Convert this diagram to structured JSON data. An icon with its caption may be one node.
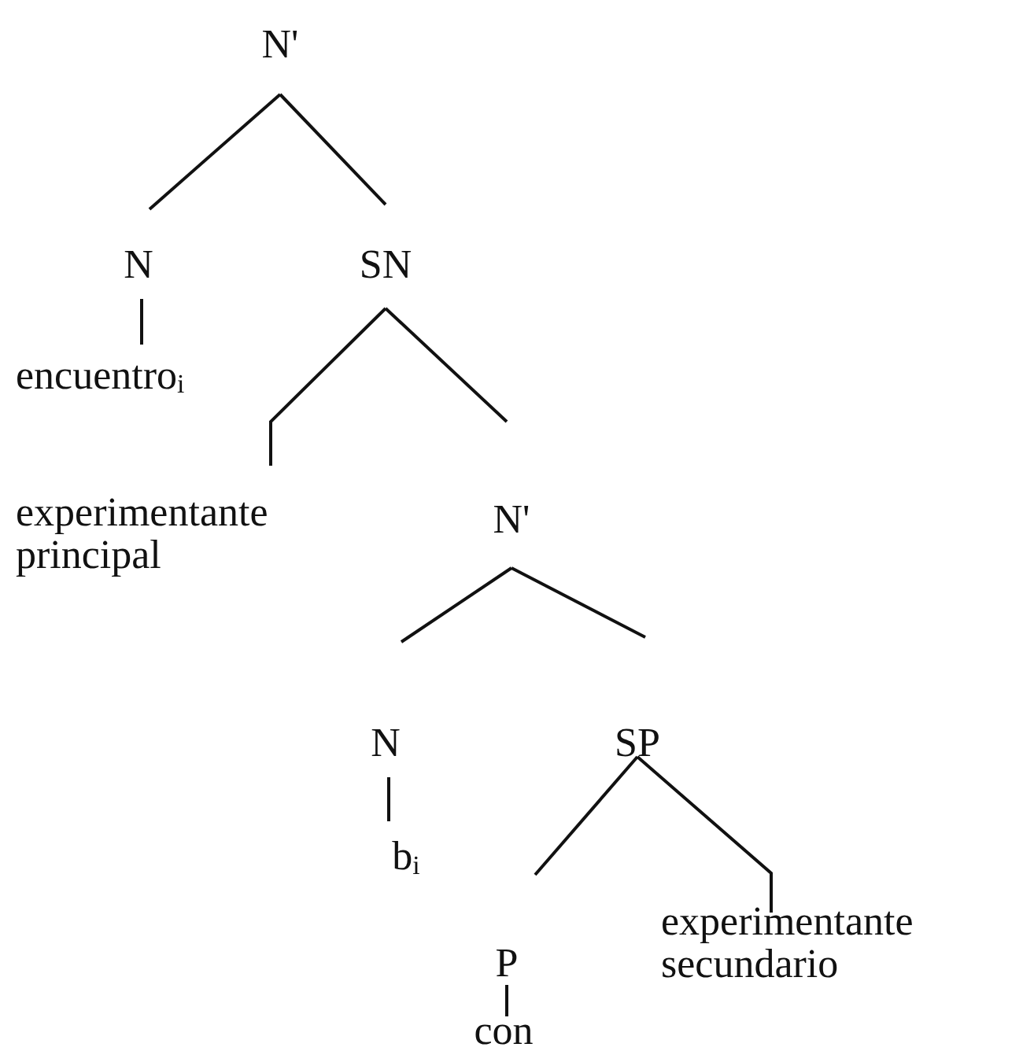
{
  "diagram": {
    "nodes": [
      {
        "text": [
          "N'"
        ]
      },
      {
        "text": [
          "N"
        ]
      },
      {
        "text": [
          "SN"
        ]
      },
      {
        "text": [
          "encuentro$_{i}$"
        ]
      },
      {
        "text": [
          "experimentante principal"
        ]
      },
      {
        "text": [
          "N'"
        ]
      },
      {
        "text": [
          "N"
        ]
      },
      {
        "text": [
          "SP"
        ]
      },
      {
        "text": [
          "b$_{i}$"
        ]
      },
      {
        "text": [
          "P"
        ]
      },
      {
        "text": [
          "experimentante secundario"
        ]
      },
      {
        "text": [
          "con"
        ]
      }
    ],
    "edges": [
      {
        "from": 0,
        "to": 1,
        "arrow": "none"
      },
      {
        "from": 0,
        "to": 2,
        "arrow": "none"
      },
      {
        "from": 1,
        "to": 3,
        "arrow": "none"
      },
      {
        "from": 2,
        "to": 4,
        "arrow": "none"
      },
      {
        "from": 2,
        "to": 5,
        "arrow": "none"
      },
      {
        "from": 5,
        "to": 6,
        "arrow": "none"
      },
      {
        "from": 5,
        "to": 7,
        "arrow": "none"
      },
      {
        "from": 6,
        "to": 8,
        "arrow": "none"
      },
      {
        "from": 7,
        "to": 9,
        "arrow": "none"
      },
      {
        "from": 7,
        "to": 10,
        "arrow": "none"
      },
      {
        "from": 9,
        "to": 11,
        "arrow": "none"
      }
    ]
  }
}
